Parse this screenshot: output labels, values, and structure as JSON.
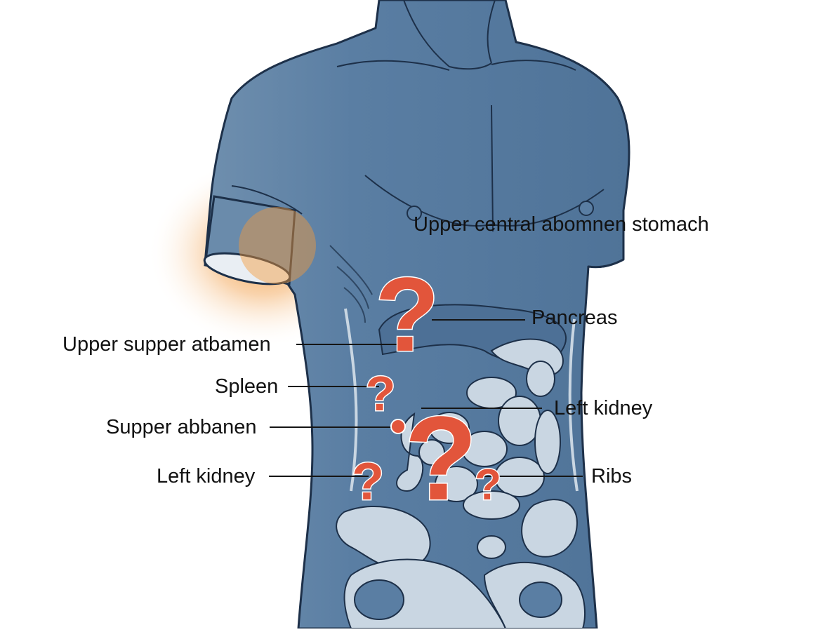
{
  "diagram": {
    "labels": {
      "upper_central": "Upper central abomnen stomach",
      "pancreas": "Pancreas",
      "upper_supper": "Upper supper atbamen",
      "spleen": "Spleen",
      "left_kidney_right": "Left kidney",
      "supper_abbanen": "Supper abbanen",
      "left_kidney_left": "Left kidney",
      "ribs": "Ribs"
    },
    "question_mark": "?",
    "colors": {
      "body": "#5b7fa3",
      "body_dark": "#3e5f82",
      "outline": "#1d3049",
      "organ": "#c9d6e2",
      "question": "#e2553b",
      "pain_glow": "#f0a04a",
      "leader": "#151515"
    }
  }
}
